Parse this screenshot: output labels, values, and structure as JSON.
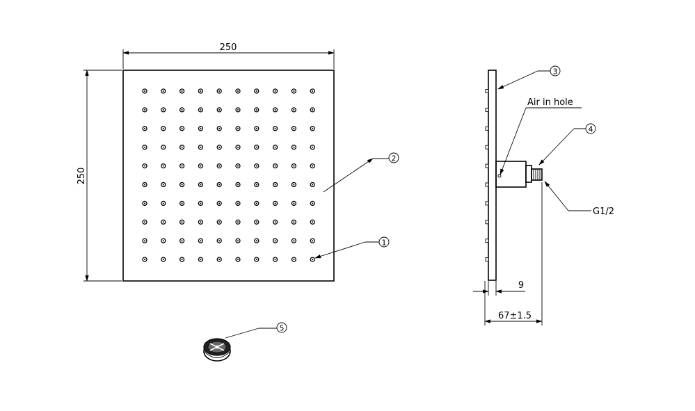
{
  "dimensions": {
    "width_top": "250",
    "height_left": "250",
    "plate_thickness": "9",
    "total_depth": "67±1.5"
  },
  "labels": {
    "air_in_hole": "Air in hole",
    "thread": "G1/2"
  },
  "callouts": {
    "c1": "1",
    "c2": "2",
    "c3": "3",
    "c4": "4",
    "c5": "5"
  },
  "nozzle_grid": {
    "rows": 10,
    "cols": 10
  }
}
